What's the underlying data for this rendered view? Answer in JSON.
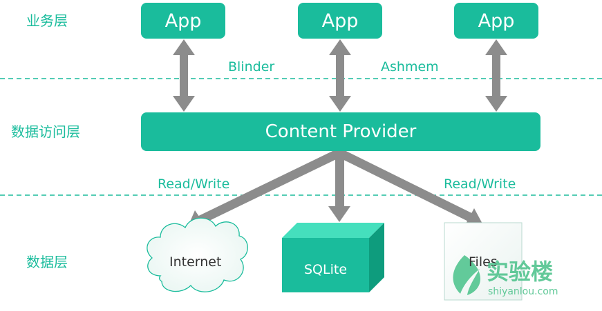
{
  "layers": {
    "business": "业务层",
    "data_access": "数据访问层",
    "data": "数据层"
  },
  "apps": [
    "App",
    "App",
    "App"
  ],
  "provider": "Content Provider",
  "connectors": {
    "binder": "Blinder",
    "ashmem": "Ashmem",
    "read_write_left": "Read/Write",
    "read_write_right": "Read/Write"
  },
  "sources": {
    "internet": "Internet",
    "sqlite": "SQLite",
    "files": "Files"
  },
  "watermark": {
    "name": "实验楼",
    "site": "shiyanlou.com"
  },
  "colors": {
    "accent": "#1abc9c",
    "arrow": "#8c8c8c",
    "divider": "#1abc9c"
  }
}
